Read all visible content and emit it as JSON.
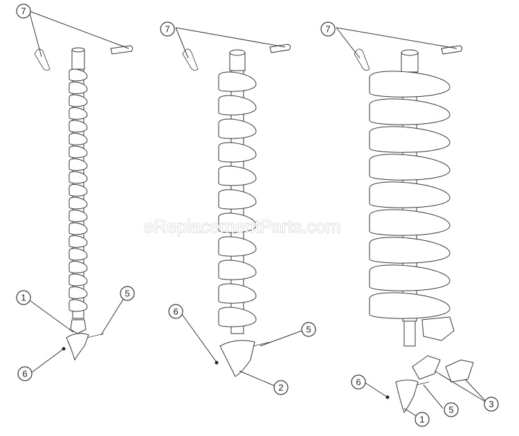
{
  "watermark": "eReplacementParts.com",
  "callouts": {
    "a1_top": "7",
    "a1_c1": "1",
    "a1_c5": "5",
    "a1_c6": "6",
    "a2_top": "7",
    "a2_c6": "6",
    "a2_c5": "5",
    "a2_c2": "2",
    "a3_top": "7",
    "a3_c6": "6",
    "a3_c1": "1",
    "a3_c5": "5",
    "a3_c3": "3"
  }
}
